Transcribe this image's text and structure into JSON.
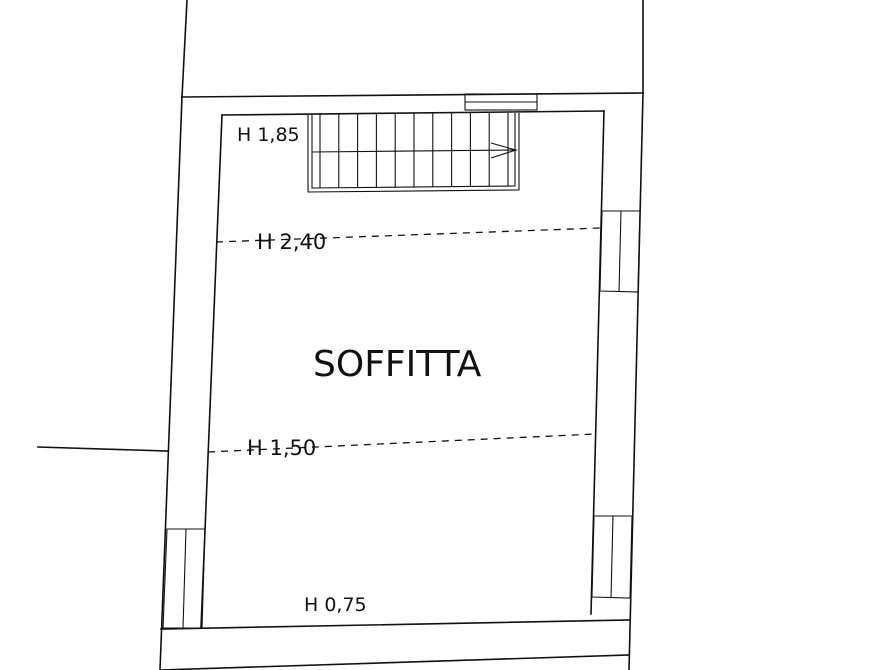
{
  "room": {
    "name": "SOFFITTA"
  },
  "heights": {
    "stair_top": "H 1,85",
    "upper_line": "H 2,40",
    "lower_line": "H 1,50",
    "bottom_edge": "H 0,75"
  }
}
